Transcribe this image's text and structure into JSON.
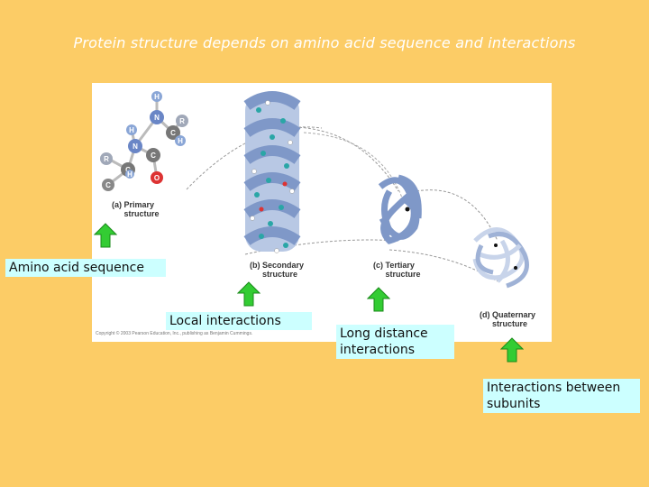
{
  "title": "Protein structure depends on amino acid sequence and interactions",
  "figure": {
    "labels": {
      "a_letter": "(a)",
      "a_text": "Primary structure",
      "b_letter": "(b)",
      "b_text": "Secondary structure",
      "c_letter": "(c)",
      "c_text": "Tertiary structure",
      "d_letter": "(d)",
      "d_text": "Quaternary structure"
    },
    "atoms": [
      "H",
      "N",
      "R",
      "C",
      "H",
      "N",
      "H",
      "C",
      "R",
      "C",
      "H",
      "O",
      "C"
    ],
    "copyright": "Copyright © 2003 Pearson Education, Inc., publishing as Benjamin Cummings."
  },
  "annotations": {
    "amino": "Amino acid sequence",
    "local": "Local interactions",
    "long": "Long distance interactions",
    "subunits": "Interactions between subunits"
  },
  "colors": {
    "background": "#fccc66",
    "box": "#ccffff",
    "arrow": "#33cc33",
    "title": "#ffffff"
  }
}
